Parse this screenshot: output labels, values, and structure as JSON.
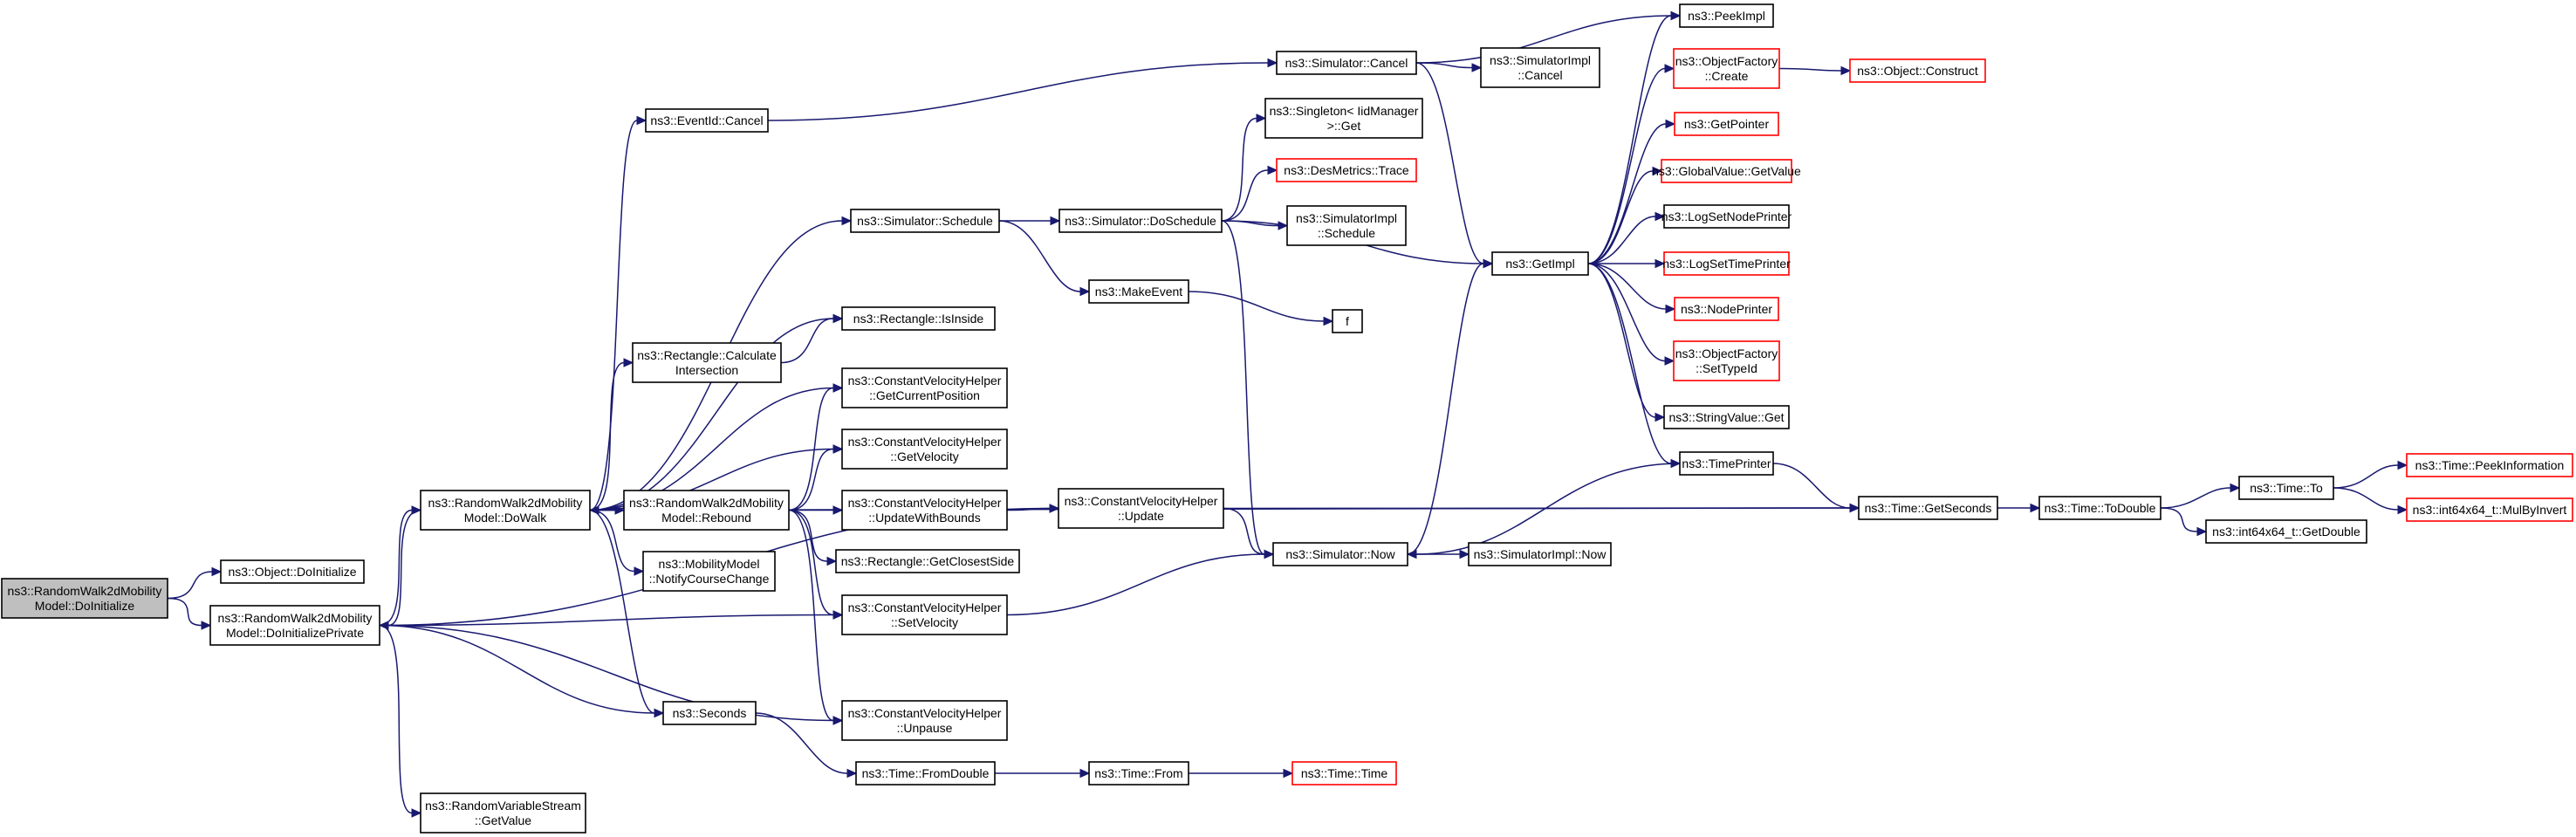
{
  "colors": {
    "edge": "#191970",
    "root_fill": "#bfbfbf",
    "node_fill": "#ffffff",
    "default_border": "#000000",
    "truncated_border": "#ff0000"
  },
  "nodes": [
    {
      "id": "root",
      "lines": [
        "ns3::RandomWalk2dMobility",
        "Model::DoInitialize"
      ],
      "style": "root"
    },
    {
      "id": "objdoinit",
      "lines": [
        "ns3::Object::DoInitialize"
      ]
    },
    {
      "id": "doinitpriv",
      "lines": [
        "ns3::RandomWalk2dMobility",
        "Model::DoInitializePrivate"
      ]
    },
    {
      "id": "dowalk",
      "lines": [
        "ns3::RandomWalk2dMobility",
        "Model::DoWalk"
      ]
    },
    {
      "id": "rvsget",
      "lines": [
        "ns3::RandomVariableStream",
        "::GetValue"
      ]
    },
    {
      "id": "eventcancel",
      "lines": [
        "ns3::EventId::Cancel"
      ]
    },
    {
      "id": "rectcalc",
      "lines": [
        "ns3::Rectangle::Calculate",
        "Intersection"
      ]
    },
    {
      "id": "rebound",
      "lines": [
        "ns3::RandomWalk2dMobility",
        "Model::Rebound"
      ]
    },
    {
      "id": "notifycourse",
      "lines": [
        "ns3::MobilityModel",
        "::NotifyCourseChange"
      ]
    },
    {
      "id": "seconds",
      "lines": [
        "ns3::Seconds"
      ]
    },
    {
      "id": "simsched",
      "lines": [
        "ns3::Simulator::Schedule"
      ]
    },
    {
      "id": "rectinside",
      "lines": [
        "ns3::Rectangle::IsInside"
      ]
    },
    {
      "id": "cvhgetpos",
      "lines": [
        "ns3::ConstantVelocityHelper",
        "::GetCurrentPosition"
      ]
    },
    {
      "id": "cvhgetvel",
      "lines": [
        "ns3::ConstantVelocityHelper",
        "::GetVelocity"
      ]
    },
    {
      "id": "cvhupdbounds",
      "lines": [
        "ns3::ConstantVelocityHelper",
        "::UpdateWithBounds"
      ]
    },
    {
      "id": "rectclosest",
      "lines": [
        "ns3::Rectangle::GetClosestSide"
      ]
    },
    {
      "id": "cvhsetvel",
      "lines": [
        "ns3::ConstantVelocityHelper",
        "::SetVelocity"
      ]
    },
    {
      "id": "cvhunpause",
      "lines": [
        "ns3::ConstantVelocityHelper",
        "::Unpause"
      ]
    },
    {
      "id": "timefromdouble",
      "lines": [
        "ns3::Time::FromDouble"
      ]
    },
    {
      "id": "simcancel",
      "lines": [
        "ns3::Simulator::Cancel"
      ]
    },
    {
      "id": "simdosched",
      "lines": [
        "ns3::Simulator::DoSchedule"
      ]
    },
    {
      "id": "makeevent",
      "lines": [
        "ns3::MakeEvent"
      ]
    },
    {
      "id": "cvhupdate",
      "lines": [
        "ns3::ConstantVelocityHelper",
        "::Update"
      ]
    },
    {
      "id": "timefrom",
      "lines": [
        "ns3::Time::From"
      ]
    },
    {
      "id": "singleton",
      "lines": [
        "ns3::Singleton< IidManager",
        " >::Get"
      ]
    },
    {
      "id": "desmetrics",
      "lines": [
        "ns3::DesMetrics::Trace"
      ],
      "style": "truncated"
    },
    {
      "id": "simimplsched",
      "lines": [
        "ns3::SimulatorImpl",
        "::Schedule"
      ]
    },
    {
      "id": "simimplcancel",
      "lines": [
        "ns3::SimulatorImpl",
        "::Cancel"
      ]
    },
    {
      "id": "f",
      "lines": [
        "f"
      ]
    },
    {
      "id": "simnow",
      "lines": [
        "ns3::Simulator::Now"
      ]
    },
    {
      "id": "timetime",
      "lines": [
        "ns3::Time::Time"
      ],
      "style": "truncated"
    },
    {
      "id": "simimplnow",
      "lines": [
        "ns3::SimulatorImpl::Now"
      ]
    },
    {
      "id": "getimpl",
      "lines": [
        "ns3::GetImpl"
      ]
    },
    {
      "id": "peekimpl",
      "lines": [
        "ns3::PeekImpl"
      ]
    },
    {
      "id": "objfactcreate",
      "lines": [
        "ns3::ObjectFactory",
        "::Create"
      ],
      "style": "truncated"
    },
    {
      "id": "getpointer",
      "lines": [
        "ns3::GetPointer"
      ],
      "style": "truncated"
    },
    {
      "id": "globalvalue",
      "lines": [
        "ns3::GlobalValue::GetValue"
      ],
      "style": "truncated"
    },
    {
      "id": "logsetnode",
      "lines": [
        "ns3::LogSetNodePrinter"
      ]
    },
    {
      "id": "logsettime",
      "lines": [
        "ns3::LogSetTimePrinter"
      ],
      "style": "truncated"
    },
    {
      "id": "nodeprinter",
      "lines": [
        "ns3::NodePrinter"
      ],
      "style": "truncated"
    },
    {
      "id": "objfactsettype",
      "lines": [
        "ns3::ObjectFactory",
        "::SetTypeId"
      ],
      "style": "truncated"
    },
    {
      "id": "stringvalueget",
      "lines": [
        "ns3::StringValue::Get"
      ]
    },
    {
      "id": "timeprinter",
      "lines": [
        "ns3::TimePrinter"
      ]
    },
    {
      "id": "timegetsec",
      "lines": [
        "ns3::Time::GetSeconds"
      ]
    },
    {
      "id": "objconstruct",
      "lines": [
        "ns3::Object::Construct"
      ],
      "style": "truncated"
    },
    {
      "id": "timetodouble",
      "lines": [
        "ns3::Time::ToDouble"
      ]
    },
    {
      "id": "timeto",
      "lines": [
        "ns3::Time::To"
      ]
    },
    {
      "id": "int64getdouble",
      "lines": [
        "ns3::int64x64_t::GetDouble"
      ]
    },
    {
      "id": "timepeekinfo",
      "lines": [
        "ns3::Time::PeekInformation"
      ],
      "style": "truncated"
    },
    {
      "id": "int64mulbyinv",
      "lines": [
        "ns3::int64x64_t::MulByInvert"
      ],
      "style": "truncated"
    }
  ],
  "edges": [
    [
      "root",
      "objdoinit"
    ],
    [
      "root",
      "doinitpriv"
    ],
    [
      "doinitpriv",
      "dowalk"
    ],
    [
      "doinitpriv",
      "rvsget"
    ],
    [
      "doinitpriv",
      "seconds"
    ],
    [
      "doinitpriv",
      "cvhsetvel"
    ],
    [
      "doinitpriv",
      "cvhunpause"
    ],
    [
      "dowalk",
      "eventcancel"
    ],
    [
      "dowalk",
      "rectcalc"
    ],
    [
      "dowalk",
      "rebound"
    ],
    [
      "dowalk",
      "notifycourse"
    ],
    [
      "dowalk",
      "seconds"
    ],
    [
      "dowalk",
      "simsched"
    ],
    [
      "dowalk",
      "rectinside"
    ],
    [
      "dowalk",
      "cvhgetpos"
    ],
    [
      "dowalk",
      "cvhgetvel"
    ],
    [
      "dowalk",
      "doinitpriv"
    ],
    [
      "dowalk",
      "timegetsec"
    ],
    [
      "rebound",
      "dowalk"
    ],
    [
      "rebound",
      "cvhgetpos"
    ],
    [
      "rebound",
      "cvhgetvel"
    ],
    [
      "rebound",
      "cvhupdbounds"
    ],
    [
      "rebound",
      "rectclosest"
    ],
    [
      "rebound",
      "cvhsetvel"
    ],
    [
      "rebound",
      "cvhunpause"
    ],
    [
      "doinitpriv",
      "cvhupdate"
    ],
    [
      "rectcalc",
      "rectinside"
    ],
    [
      "seconds",
      "timefromdouble"
    ],
    [
      "eventcancel",
      "simcancel"
    ],
    [
      "simsched",
      "simdosched"
    ],
    [
      "simsched",
      "makeevent"
    ],
    [
      "cvhupdbounds",
      "cvhupdate"
    ],
    [
      "cvhsetvel",
      "simnow"
    ],
    [
      "timefromdouble",
      "timefrom"
    ],
    [
      "timefrom",
      "timetime"
    ],
    [
      "simcancel",
      "simimplcancel"
    ],
    [
      "simcancel",
      "peekimpl"
    ],
    [
      "simcancel",
      "getimpl"
    ],
    [
      "simdosched",
      "singleton"
    ],
    [
      "simdosched",
      "desmetrics"
    ],
    [
      "simdosched",
      "simimplsched"
    ],
    [
      "simdosched",
      "getimpl"
    ],
    [
      "simdosched",
      "simnow"
    ],
    [
      "makeevent",
      "f"
    ],
    [
      "cvhupdate",
      "simnow"
    ],
    [
      "cvhupdate",
      "timegetsec"
    ],
    [
      "simnow",
      "simimplnow"
    ],
    [
      "simnow",
      "getimpl"
    ],
    [
      "getimpl",
      "peekimpl"
    ],
    [
      "getimpl",
      "objfactcreate"
    ],
    [
      "getimpl",
      "getpointer"
    ],
    [
      "getimpl",
      "globalvalue"
    ],
    [
      "getimpl",
      "logsetnode"
    ],
    [
      "getimpl",
      "logsettime"
    ],
    [
      "getimpl",
      "nodeprinter"
    ],
    [
      "getimpl",
      "objfactsettype"
    ],
    [
      "getimpl",
      "stringvalueget"
    ],
    [
      "getimpl",
      "timeprinter"
    ],
    [
      "timeprinter",
      "simnow"
    ],
    [
      "timeprinter",
      "timegetsec"
    ],
    [
      "objfactcreate",
      "objconstruct"
    ],
    [
      "timegetsec",
      "timetodouble"
    ],
    [
      "timetodouble",
      "timeto"
    ],
    [
      "timetodouble",
      "int64getdouble"
    ],
    [
      "timeto",
      "timepeekinfo"
    ],
    [
      "timeto",
      "int64mulbyinv"
    ]
  ]
}
